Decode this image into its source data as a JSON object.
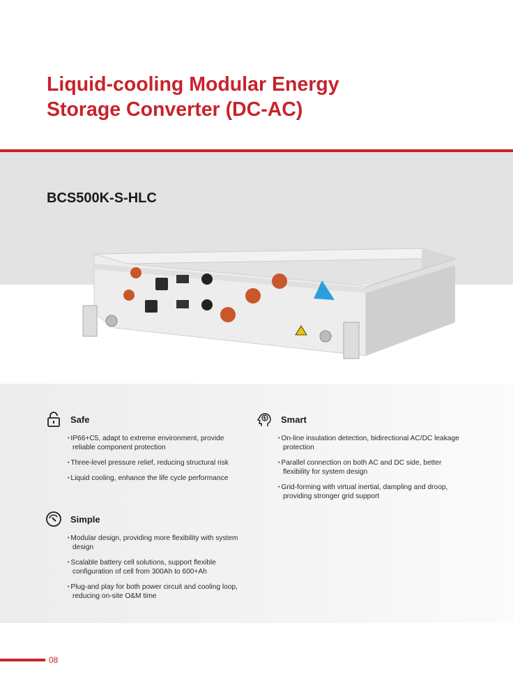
{
  "title_lines": [
    "Liquid-cooling Modular Energy",
    "Storage Converter (DC-AC)"
  ],
  "model": "BCS500K-S-HLC",
  "features": [
    {
      "name": "Safe",
      "icon": "lock-icon",
      "items": [
        "IP66+C5, adapt to extreme environment, provide reliable component protection",
        "Three-level pressure relief, reducing structural risk",
        "Liquid cooling, enhance the life cycle performance"
      ]
    },
    {
      "name": "Smart",
      "icon": "brain-head-icon",
      "items": [
        "On-line insulation detection, bidirectional AC/DC leakage protection",
        "Parallel connection on both AC and DC side, better flexibility for system design",
        "Grid-forming with virtual inertial, dampling and droop, providing stronger grid support"
      ]
    },
    {
      "name": "Simple",
      "icon": "gauge-icon",
      "items": [
        "Modular design, providing more flexibility with system design",
        "Scalable battery cell solutions, support flexible configuration of cell from 300Ah to 600+Ah",
        "Plug-and play for both power circuit and cooling loop, reducing on-site O&M time"
      ]
    }
  ],
  "page_number": "08",
  "colors": {
    "accent": "#c8232c"
  }
}
